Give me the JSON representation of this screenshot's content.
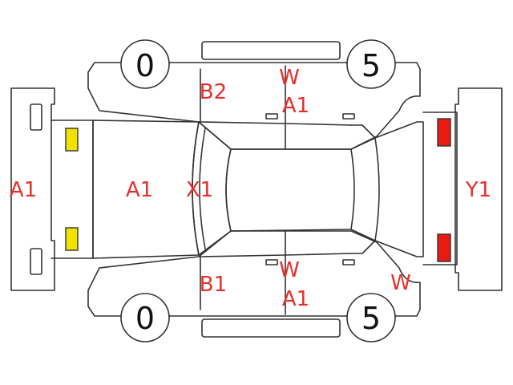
{
  "colors": {
    "line": "#333333",
    "damage_label": "#e8302a",
    "front_lamp": "#f2e200",
    "rear_lamp": "#e81a12",
    "wheel_text": "#111111"
  },
  "wheels": {
    "top_left": "0",
    "top_right": "5",
    "bottom_left": "0",
    "bottom_right": "5"
  },
  "labels": {
    "front_bumper": "A1",
    "hood": "A1",
    "windshield": "X1",
    "pillar_top": "B2",
    "door_top_w": "W",
    "door_top_a": "A1",
    "pillar_bottom": "B1",
    "door_bottom_w": "W",
    "door_bottom_a": "A1",
    "rear_fender_bottom": "W",
    "rear_bumper": "Y1"
  }
}
